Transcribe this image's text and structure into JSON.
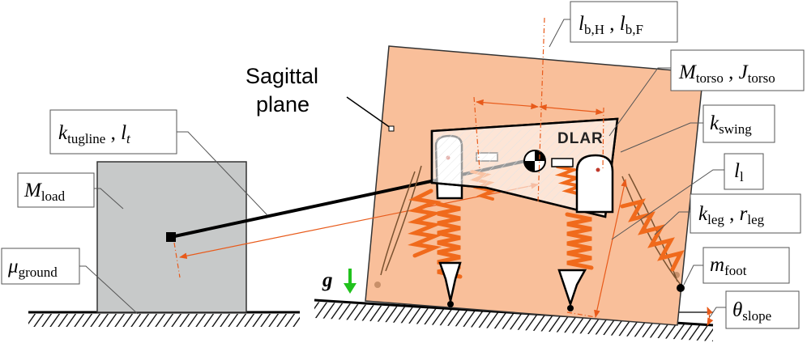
{
  "labels": {
    "sagittal_line1": "Sagittal",
    "sagittal_line2": "plane",
    "tugline_main": "k",
    "tugline_sub": "tugline",
    "tugline_sep": " , ",
    "tugline_l": "l",
    "tugline_lsub": "t",
    "load_main": "M",
    "load_sub": "load",
    "ground_main": "μ",
    "ground_sub": "ground",
    "lb_main1": "l",
    "lb_sub1": "b,H",
    "lb_sep": " ,  ",
    "lb_main2": "l",
    "lb_sub2": "b,F",
    "torso_main1": "M",
    "torso_sub1": "torso",
    "torso_sep": " , ",
    "torso_main2": "J",
    "torso_sub2": "torso",
    "swing_main": "k",
    "swing_sub": "swing",
    "ll_main": "l",
    "ll_sub": "l",
    "leg_main1": "k",
    "leg_sub1": "leg",
    "leg_sep": " , ",
    "leg_main2": "r",
    "leg_sub2": "leg",
    "foot_main": "m",
    "foot_sub": "foot",
    "slope_main": "θ",
    "slope_sub": "slope",
    "gravity": "g",
    "robot_logo": "DLAR"
  },
  "colors": {
    "plane_fill": "#f9bf9a",
    "load_fill": "#c7c9c9",
    "spring": "#f06a1c",
    "dimension": "#e85a1a",
    "gravity_arrow": "#21c21d",
    "hatch": "#000000"
  }
}
